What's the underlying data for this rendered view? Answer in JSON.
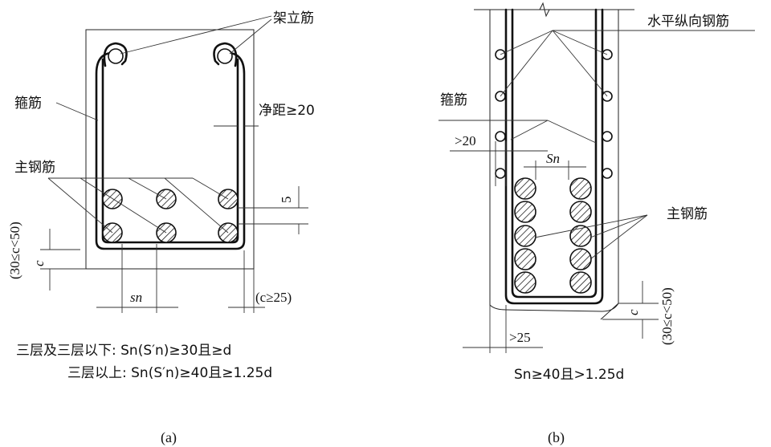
{
  "panel_a": {
    "label_erection_bar": "架立筋",
    "label_stirrup": "箍筋",
    "label_clear_spacing": "净距≥20",
    "label_main_bar": "主钢筋",
    "label_cover_range": "(30≤c<50)",
    "label_cover": "c",
    "label_five": "5",
    "label_sn": "sn",
    "label_cover_min": "(c≥25)",
    "note_line1": "三层及三层以下: Sn(S′n)≥30且≥d",
    "note_line2": "三层以上: Sn(S′n)≥40且≥1.25d",
    "caption": "(a)"
  },
  "panel_b": {
    "label_horizontal_bar": "水平纵向钢筋",
    "label_stirrup": "箍筋",
    "label_gt20": ">20",
    "label_sn": "Sn",
    "label_main_bar": "主钢筋",
    "label_cover": "c",
    "label_cover_range": "(30≤c<50)",
    "label_gt25": ">25",
    "note": "Sn≥40且>1.25d",
    "caption": "(b)"
  }
}
